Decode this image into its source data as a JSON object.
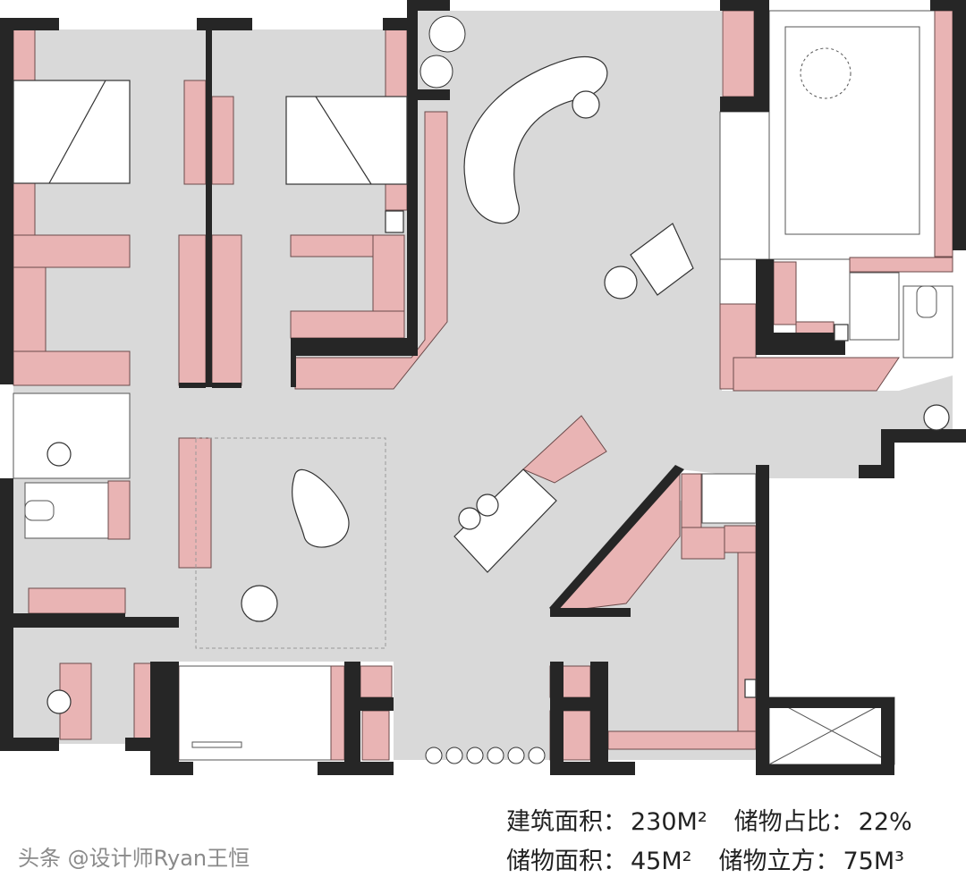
{
  "colors": {
    "floor": "#d9d9d9",
    "wall": "#262626",
    "cabinet": "#e9b4b4",
    "furniture": "#ffffff",
    "line": "#555555"
  },
  "stats": {
    "building_area_label": "建筑面积：",
    "building_area_value": "230M²",
    "storage_ratio_label": "储物占比：",
    "storage_ratio_value": "22%",
    "storage_area_label": "储物面积：",
    "storage_area_value": "45M²",
    "storage_volume_label": "储物立方：",
    "storage_volume_value": "75M³"
  },
  "watermark": "头条 @设计师Ryan王恒"
}
